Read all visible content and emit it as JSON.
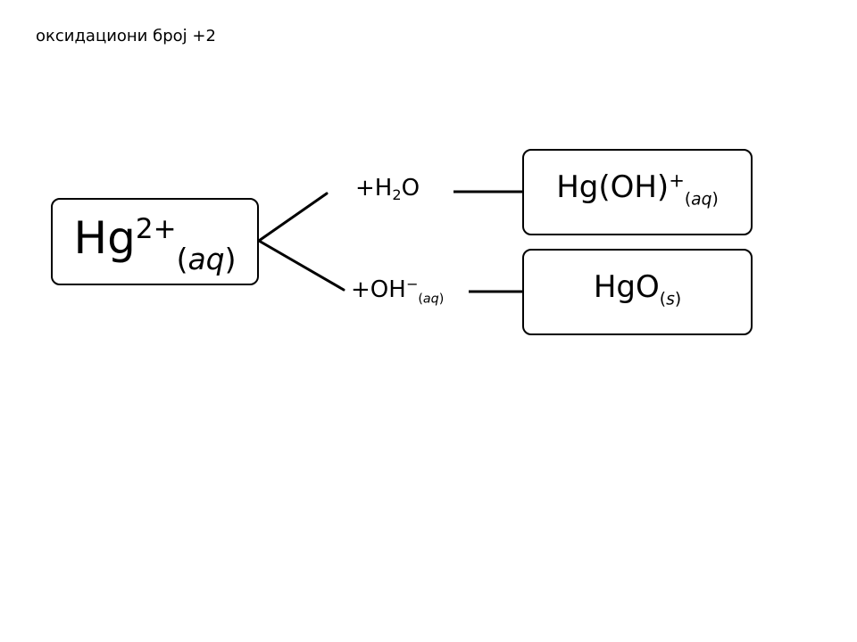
{
  "title": "оксидациони број +2",
  "reactant": {
    "base": "Hg",
    "charge": "2+",
    "state_open": "(",
    "state": "aq",
    "state_close": ")"
  },
  "reactions": [
    {
      "reagent": {
        "prefix": "+H",
        "sub": "2",
        "suffix": "O"
      },
      "product": {
        "base": "Hg(OH)",
        "charge": "+",
        "state_open": "(",
        "state": "aq",
        "state_close": ")"
      }
    },
    {
      "reagent": {
        "prefix": "+OH",
        "charge": "−",
        "state_open": "(",
        "state": "aq",
        "state_close": ")"
      },
      "product": {
        "base": "HgO",
        "state_open": "(",
        "state": "s",
        "state_close": ")"
      }
    }
  ],
  "colors": {
    "background": "#ffffff",
    "stroke": "#000000",
    "text": "#000000"
  }
}
